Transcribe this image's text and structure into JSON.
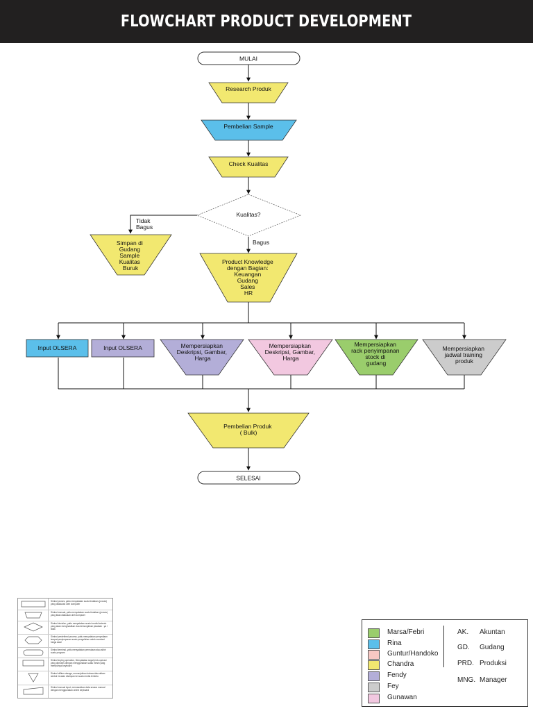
{
  "header": {
    "title": "FLOWCHART PRODUCT DEVELOPMENT"
  },
  "colors": {
    "yellow": "#f2e870",
    "blue": "#5bbfea",
    "pink": "#f2c8e0",
    "lavender": "#b3aed8",
    "green": "#9acd6c",
    "gray": "#cccccc",
    "peach": "#f6c8c3"
  },
  "flow": {
    "start": "MULAI",
    "research": "Research Produk",
    "purchase_sample": "Pembelian Sample",
    "check_quality": "Check Kualitas",
    "decision": "Kualitas?",
    "no_label_1": "Tidak",
    "no_label_2": "Bagus",
    "yes_label": "Bagus",
    "store_bad": [
      "Simpan di",
      "Gudang",
      "Sample",
      "Kualitas",
      "Buruk"
    ],
    "product_knowledge": [
      "Product Knowledge",
      "dengan Bagian:",
      "Keuangan",
      "Gudang",
      "Sales",
      "HR"
    ],
    "input_olsera_1": "Input OLSERA",
    "input_olsera_2": "Input OLSERA",
    "prep_desc_1": [
      "Mempersiapkan",
      "Deskripsi, Gambar,",
      "Harga"
    ],
    "prep_desc_2": [
      "Mempersiapkan",
      "Deskripsi, Gambar,",
      "Harga"
    ],
    "prep_rack": [
      "Mempersiapkan",
      "rack penyimpanan",
      "stock di",
      "gudang"
    ],
    "prep_training": [
      "Mempersiapkan",
      "jadwal training",
      "produk"
    ],
    "bulk_purchase": [
      "Pembelian Produk",
      "( Bulk)"
    ],
    "end": "SELESAI"
  },
  "legend_symbols": [
    {
      "icon": "terminal-rect-icon",
      "text": "Simbol proses, yaitu menyatakan suatu tindakan (proses) yang dilakukan oleh komputer"
    },
    {
      "icon": "manual-trapezoid-icon",
      "text": "Simbol manual, yaitu menyatakan suatu tindakan (proses) yang tidak dilakukan oleh komputer"
    },
    {
      "icon": "decision-diamond-icon",
      "text": "Simbol decision, yaitu menyatakan suatu kondisi tertentu yang akan menghasilkan dua kemungkinan jawaban : ya / tidak"
    },
    {
      "icon": "predefined-hexagon-icon",
      "text": "Simbol predefined process, yaitu menyatakan penyediaan tempat penyimpanan suatu pengolahan untuk memberi harga awal"
    },
    {
      "icon": "terminal-pill-icon",
      "text": "Simbol terminal, yaitu menyatakan permulaan atau akhir suatu program"
    },
    {
      "icon": "keying-rect-icon",
      "text": "Simbol keying operation, Menyatakan segal jenis operasi yang diproses dengan menggunakan suatu mesin yang mempunyai keyboard"
    },
    {
      "icon": "offline-triangle-icon",
      "text": "Simbol offline-storage, menunjukkan bahwa data dalam simbol ini akan disimpan ke suatu media tertentu"
    },
    {
      "icon": "manual-input-icon",
      "text": "Simbol manual input, memasukkan data secara manual dengan menggunakan online keyboard"
    }
  ],
  "legend_people": [
    {
      "name": "Marsa/Febri",
      "color": "#9acd6c"
    },
    {
      "name": "Rina",
      "color": "#5bbfea"
    },
    {
      "name": "Guntur/Handoko",
      "color": "#f6c8c3"
    },
    {
      "name": "Chandra",
      "color": "#f2e870"
    },
    {
      "name": "Fendy",
      "color": "#b3aed8"
    },
    {
      "name": "Fey",
      "color": "#cccccc"
    },
    {
      "name": "Gunawan",
      "color": "#f2c8e0"
    }
  ],
  "legend_abbreviations": [
    {
      "code": "AK.",
      "full": "Akuntan"
    },
    {
      "code": "GD.",
      "full": "Gudang"
    },
    {
      "code": "PRD.",
      "full": "Produksi"
    },
    {
      "code": "MNG.",
      "full": "Manager"
    }
  ]
}
